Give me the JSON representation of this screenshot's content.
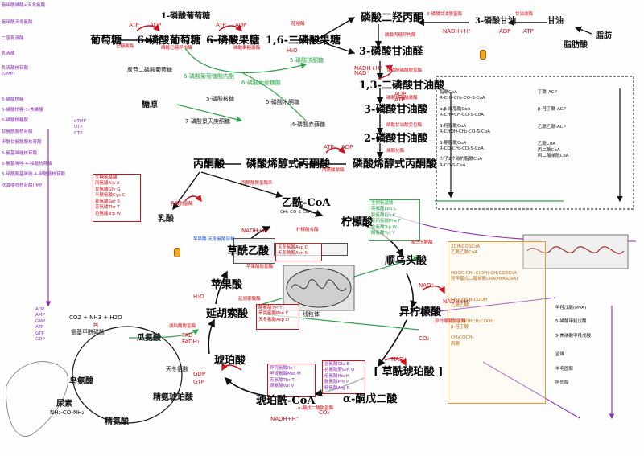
{
  "colors": {
    "main": "#111111",
    "enzyme": "#d0101a",
    "amino": "#2ea34a",
    "nucleotide": "#8a2bb5",
    "lipid": "#1a55c8",
    "ketone": "#e59a3c"
  },
  "glycolysis": {
    "glucose": "葡萄糖",
    "g6p": "6-磷酸葡萄糖",
    "f6p": "6-磷酸果糖",
    "f16bp": "1,6-二磷酸果糖",
    "dhap": "磷酸二羟丙酮",
    "g3p": "3-磷酸甘油醛",
    "bpg13": "1,3-二磷酸甘油酸",
    "pg3": "3-磷酸甘油酸",
    "pg2": "2-磷酸甘油酸",
    "pep": "磷酸烯醇式丙酮酸",
    "pyruvate": "丙酮酸",
    "g1p": "1-磷酸葡萄糖",
    "glycerol3p": "3-磷酸甘油",
    "glycerol": "甘油",
    "fat": "脂肪",
    "fatty_acid": "脂肪酸",
    "lactate": "乳酸"
  },
  "tca": {
    "acetyl_coa": "乙酰-CoA",
    "citrate": "柠檬酸",
    "cis_aconitate": "顺乌头酸",
    "isocitrate": "异柠檬酸",
    "oxalosuccinate": "[ 草酰琥珀酸 ]",
    "akg": "α-酮戊二酸",
    "succinyl_coa": "琥珀酰-CoA",
    "succinate": "琥珀酸",
    "fumarate": "延胡索酸",
    "malate": "苹果酸",
    "oxaloacetate": "草酰乙酸"
  },
  "cofactors": {
    "atp": "ATP",
    "adp": "ADP",
    "nad": "NAD⁺",
    "nadh": "NADH+H⁺",
    "fad": "FAD",
    "fadh2": "FADH₂",
    "water": "H₂O",
    "co2": "CO₂",
    "gtp": "GTP",
    "gdp": "GDP",
    "pi": "Pi"
  },
  "enzymes": {
    "hexokinase": "己糖激酶",
    "pgi": "磷酸己糖异构酶",
    "pfk": "磷酸果糖激酶",
    "aldolase": "醛缩酶",
    "tpi": "磷酸丙糖异构酶",
    "gapdh": "甘油醛磷酸脱氢酶",
    "pgk": "磷酸甘油酸激酶",
    "pgm": "磷酸甘油酸变位酶",
    "enolase": "烯醇化酶",
    "pk": "丙酮酸激酶",
    "ldh": "乳酸脱氢酶",
    "citrate_synthase": "柠檬酸合酶",
    "aconitase": "顺乌头酸酶",
    "idh": "异柠檬酸脱氢酶",
    "akgdh": "α-酮戊二酸脱氢酶",
    "sdh": "琥珀酸脱氢酶",
    "fumarase": "延胡索酸酶",
    "mdh": "苹果酸脱氢酶",
    "pdh": "丙酮酸脱氢酶系",
    "glycerol_kinase": "甘油激酶",
    "g3pdh": "3-磷酸甘油脱氢酶"
  },
  "amino_boxes": {
    "pyruvate_family": [
      "生糖氨基酸",
      "丙氨酸Ala A",
      "甘氨酸Gly G",
      "半胱氨酸Cys C",
      "丝氨酸Ser S",
      "苏氨酸Thr T",
      "色氨酸Trp W"
    ],
    "oaa_family": [
      "天冬氨酸Asp D",
      "天冬酰胺Asn N"
    ],
    "fumarate_family": [
      "酪氨酸Tyr Y",
      "苯丙氨酸Phe F",
      "天冬氨酸Asp D"
    ],
    "succinyl_family": [
      "异亮氨酸Ile I",
      "甲硫氨酸Met M",
      "苏氨酸Thr T",
      "缬氨酸Val V"
    ],
    "akg_family": [
      "谷氨酸Glu E",
      "谷氨酰胺Gln Q",
      "组氨酸His H",
      "脯氨酸Pro P",
      "精氨酸Arg R"
    ],
    "acetyl_family": [
      "生酮氨基酸",
      "亮氨酸Leu L",
      "赖氨酸Lys K",
      "苯丙氨酸Phe F",
      "色氨酸Trp W",
      "酪氨酸Tyr Y"
    ]
  },
  "urea_cycle": {
    "ornithine": "鸟氨酸",
    "citrulline": "瓜氨酸",
    "argininosuccinate": "精氨琥珀酸",
    "arginine": "精氨酸",
    "urea": "尿素",
    "urea_formula": "NH₂-CO-NH₂",
    "carbamoyl_p": "氨基甲酰磷酸",
    "nh3": "CO2 + NH3 + H2O",
    "aspartate": "天冬氨酸"
  },
  "nucleotide_side": {
    "header": "氨甲酰磷酸+天冬氨酸",
    "items": [
      "氨甲酰天冬氨酸",
      "二氢乳清酸",
      "乳清酸",
      "乳清酸核苷酸",
      "(UMP)",
      "dTMP",
      "UTP",
      "CTP",
      "5-磷酸核糖",
      "5-磷酸核糖-1-焦磷酸",
      "5-磷酸核糖胺",
      "甘氨酰胺核苷酸",
      "甲酰甘氨酰胺核苷酸",
      "5-氨基咪唑核苷酸",
      "5-氨基咪唑-4-羧酸核苷酸",
      "5-甲酰胺基咪唑-4-甲酰胺核苷酸",
      "次黄嘌呤核苷酸(IMP)",
      "AMP",
      "GMP",
      "ADP",
      "ATP",
      "GTP",
      "GDP"
    ]
  },
  "fatty_acid_side": {
    "items": [
      "脂酰CoA",
      "R-CH₂-CH₂-CO-S-CoA",
      "α,β-烯脂酰CoA",
      "R-CH=CH-CO-S-CoA",
      "β-羟脂酰CoA",
      "R-CHOH-CH₂-CO-S-CoA",
      "β-酮脂酰CoA",
      "R-CO-CH₂-CO-S-CoA",
      "少了2个碳的脂酰CoA",
      "R-CO-S-CoA",
      "乙酰CoA",
      "丙二酰CoA",
      "丁酰-ACP",
      "β-羟丁酰-ACP",
      "乙酰乙酰-ACP",
      "丙二酸单酰CoA"
    ]
  },
  "ketone_panel": {
    "items": [
      "2CH₃COSCoA",
      "乙酰乙酰CoA",
      "HOOC-CH₂-C(OH)-CH₂COSCoA",
      "羟甲基戊二酸单酰CoA(HMGCoA)",
      "CH₃COCH₂COOH",
      "乙酰乙酸",
      "CH₃CHOHCH₂COOH",
      "β-羟丁酸",
      "CH₃COCH₃",
      "丙酮"
    ]
  },
  "cholesterol_side": {
    "items": [
      "甲羟戊酸(MVA)",
      "5-磷酸甲羟戊酸",
      "5-焦磷酸甲羟戊酸",
      "鲨烯",
      "羊毛固醇",
      "胆固醇"
    ]
  },
  "pentose": {
    "ribulose": "5-磷酸核酮糖",
    "ribose": "5-磷酸核糖",
    "xylulose": "5-磷酸木酮糖",
    "sedo": "7-磷酸景天庚酮糖",
    "erythrose": "4-磷酸赤藓糖",
    "gluconolactone": "6-磷酸葡萄糖酸内酯",
    "gluconate": "6-磷酸葡萄糖酸"
  },
  "glycogen": {
    "udpg": "尿苷二磷酸葡萄糖",
    "glycogen": "糖原"
  },
  "mito_label": "线粒体",
  "legend": {
    "oaa_enzyme": "苹果酸-天冬氨酸穿梭",
    "formula_acetyl": "CH₃-CO-S-CoA"
  }
}
